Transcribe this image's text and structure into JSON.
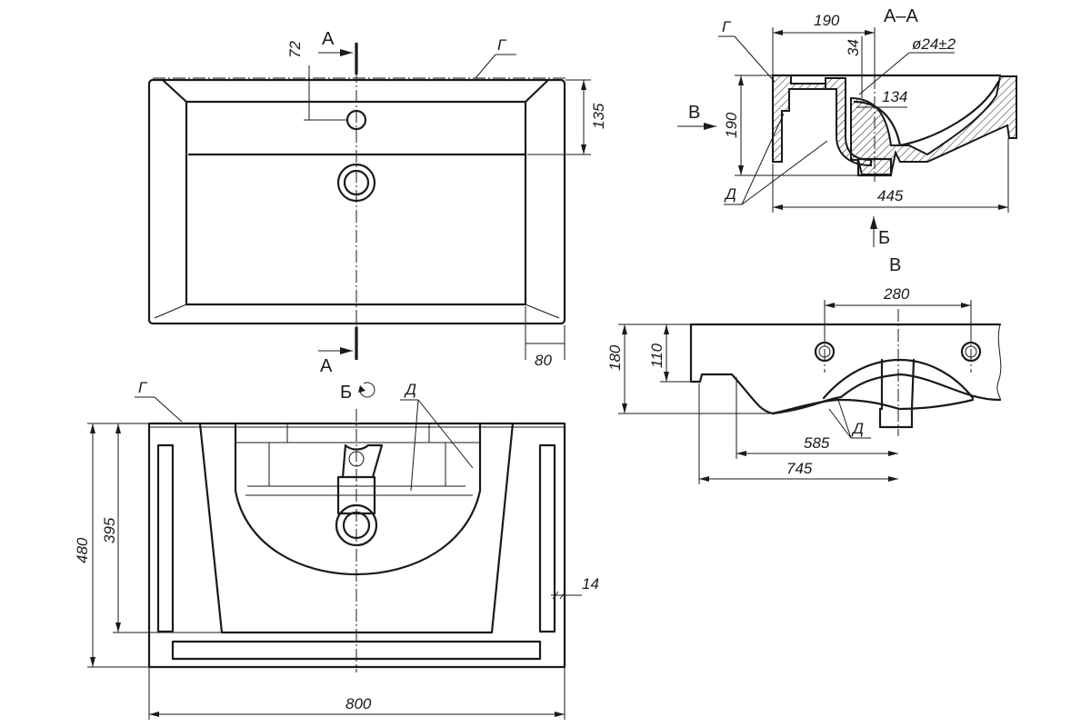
{
  "labels": {
    "section_a": "А",
    "section_aa": "А–А",
    "view_b": "Б",
    "view_v": "В",
    "mark_g": "Г",
    "mark_d": "Д"
  },
  "dimensions": {
    "d72": "72",
    "d135": "135",
    "d80": "80",
    "d190_width": "190",
    "d190_height": "190",
    "d34": "34",
    "d_hole": "ø24±2",
    "d134": "134",
    "d445": "445",
    "d280": "280",
    "d180": "180",
    "d110": "110",
    "d585": "585",
    "d745": "745",
    "d480": "480",
    "d395": "395",
    "d14": "14",
    "d800": "800"
  }
}
